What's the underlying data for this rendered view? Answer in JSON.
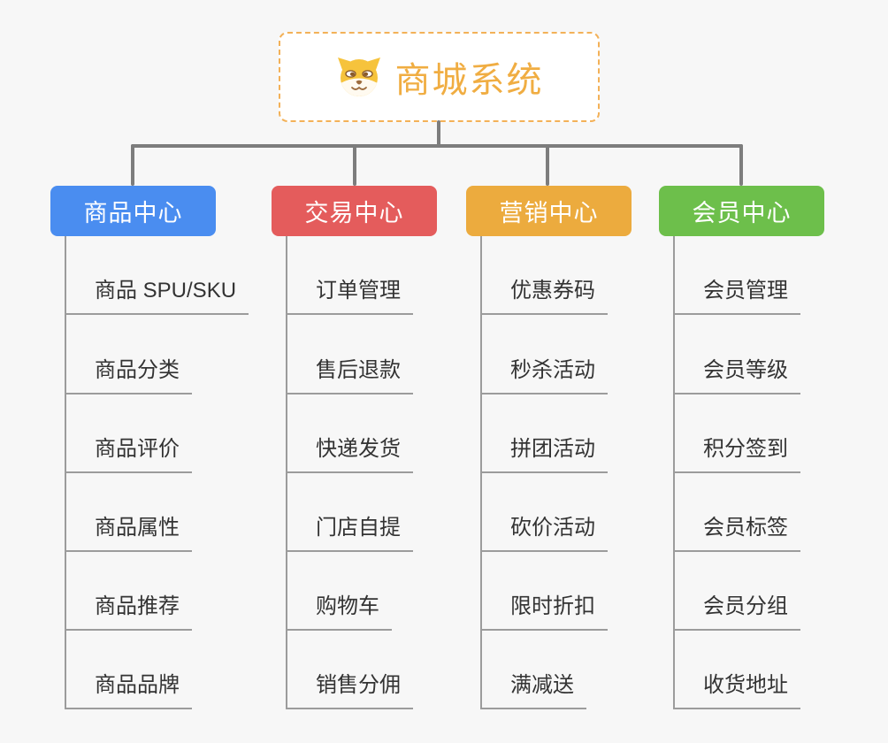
{
  "root": {
    "title": "商城系统",
    "icon": "shiba-dog-icon"
  },
  "branches": [
    {
      "label": "商品中心",
      "color": "#4a8df0",
      "children": [
        "商品 SPU/SKU",
        "商品分类",
        "商品评价",
        "商品属性",
        "商品推荐",
        "商品品牌"
      ]
    },
    {
      "label": "交易中心",
      "color": "#e45c5c",
      "children": [
        "订单管理",
        "售后退款",
        "快递发货",
        "门店自提",
        "购物车",
        "销售分佣"
      ]
    },
    {
      "label": "营销中心",
      "color": "#ecab3e",
      "children": [
        "优惠券码",
        "秒杀活动",
        "拼团活动",
        "砍价活动",
        "限时折扣",
        "满减送"
      ]
    },
    {
      "label": "会员中心",
      "color": "#6dbf4b",
      "children": [
        "会员管理",
        "会员等级",
        "积分签到",
        "会员标签",
        "会员分组",
        "收货地址"
      ]
    }
  ],
  "style": {
    "background": "#f7f7f7",
    "connector_color": "#7d7d7d",
    "child_line_color": "#9c9c9c",
    "root_border_color": "#f3b158",
    "root_text_color": "#f0ad42"
  }
}
